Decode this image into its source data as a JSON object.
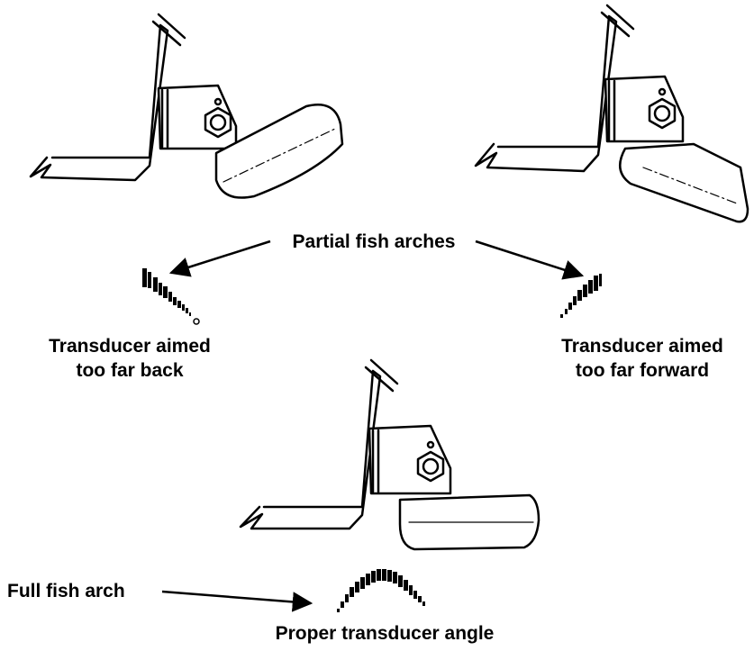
{
  "labels": {
    "partial_arches": "Partial fish arches",
    "back_line1": "Transducer aimed",
    "back_line2": "too far back",
    "forward_line1": "Transducer aimed",
    "forward_line2": "too far forward",
    "full_arch": "Full fish arch",
    "proper_angle": "Proper transducer angle"
  },
  "colors": {
    "ink": "#000000",
    "paper": "#ffffff"
  },
  "icons": {
    "mount": "transducer-mount-bracket",
    "arrow": "arrow"
  }
}
